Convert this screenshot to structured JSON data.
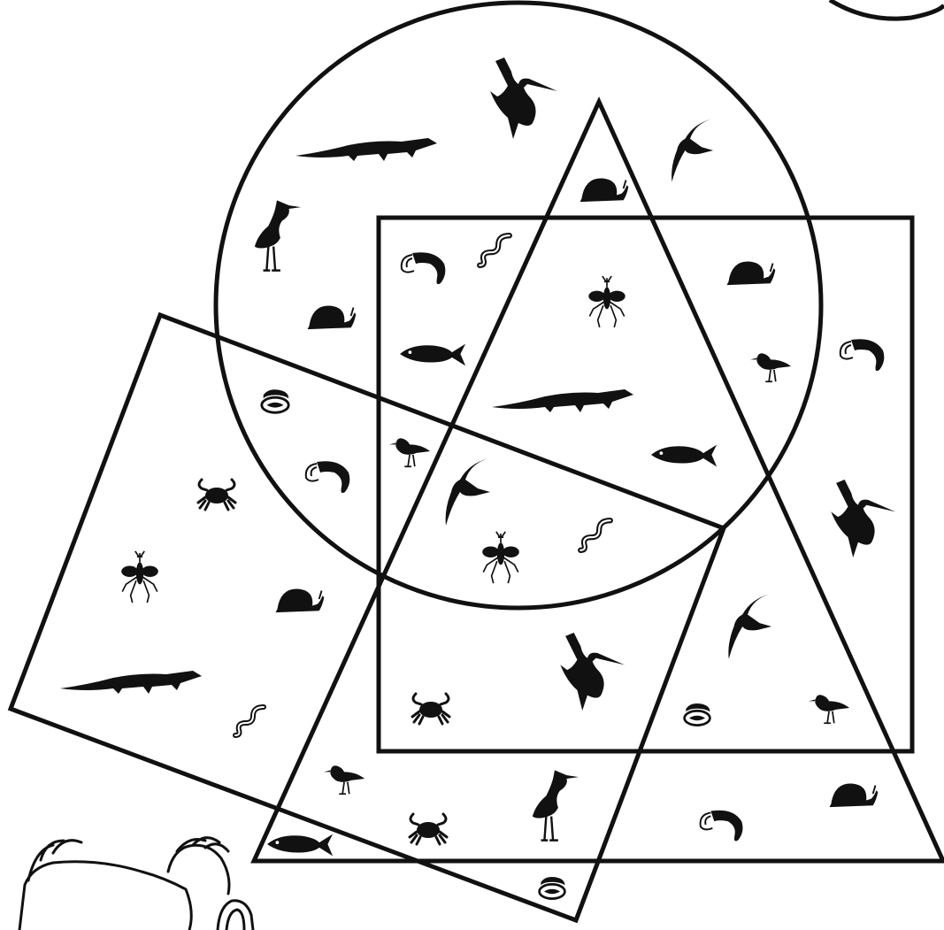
{
  "diagram": {
    "ink_color": "#111111",
    "background_color": "#ffffff",
    "shapes": [
      "circle",
      "triangle",
      "square",
      "rotated-rectangle"
    ],
    "animals": [
      "pelican",
      "alligator",
      "tern",
      "heron",
      "snail",
      "worm",
      "shrimp",
      "mosquito",
      "fish",
      "sandpiper",
      "mussel",
      "crab"
    ]
  }
}
